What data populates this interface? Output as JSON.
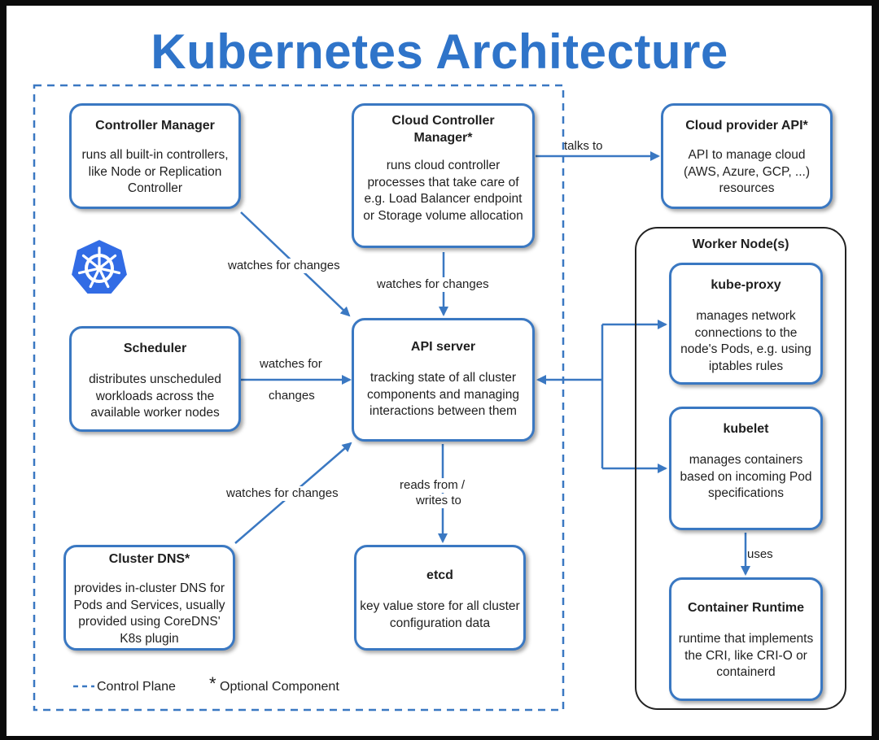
{
  "title": "Kubernetes Architecture",
  "colors": {
    "accent": "#2f74c9",
    "border": "#3a78c2",
    "arrow": "#3a78c2"
  },
  "boxes": {
    "controller_manager": {
      "title": "Controller Manager",
      "desc": "runs all built-in controllers, like Node or Replication Controller"
    },
    "cloud_controller_manager": {
      "title": "Cloud Controller Manager*",
      "desc": "runs cloud controller processes that take care of e.g. Load Balancer endpoint or Storage volume allocation"
    },
    "cloud_provider_api": {
      "title": "Cloud provider API*",
      "desc": "API to manage cloud (AWS, Azure, GCP, ...) resources"
    },
    "scheduler": {
      "title": "Scheduler",
      "desc": "distributes unscheduled workloads across the available worker nodes"
    },
    "api_server": {
      "title": "API server",
      "desc": "tracking state of all cluster components and managing interactions between them"
    },
    "cluster_dns": {
      "title": "Cluster DNS*",
      "desc": "provides in-cluster DNS for Pods and Services, usually provided using CoreDNS' K8s plugin"
    },
    "etcd": {
      "title": "etcd",
      "desc": "key value store for all cluster configuration data"
    },
    "kube_proxy": {
      "title": "kube-proxy",
      "desc": "manages network connections to the node's Pods, e.g. using iptables rules"
    },
    "kubelet": {
      "title": "kubelet",
      "desc": "manages containers based on incoming Pod specifications"
    },
    "container_runtime": {
      "title": "Container Runtime",
      "desc": "runtime that implements the CRI, like CRI-O or containerd"
    }
  },
  "worker_node": {
    "title": "Worker Node(s)"
  },
  "edges": {
    "talks_to": "talks to",
    "cm_watches": "watches for changes",
    "ccm_watches": "watches for changes",
    "sched_watches_1": "watches for",
    "sched_watches_2": "changes",
    "dns_watches": "watches for changes",
    "etcd_rw_1": "reads from /",
    "etcd_rw_2": "writes to",
    "uses": "uses"
  },
  "legend": {
    "control_plane": "Control Plane",
    "optional_mark": "*",
    "optional": "Optional Component"
  },
  "icons": {
    "logo": "kubernetes-helm-icon"
  }
}
